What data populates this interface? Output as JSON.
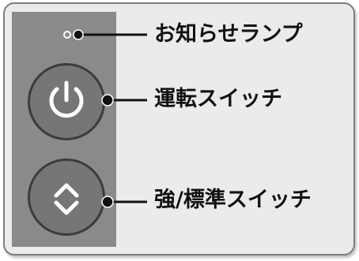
{
  "panel": {
    "lamp_label": "お知らせランプ",
    "power_label": "運転スイッチ",
    "mode_label": "強/標準スイッチ"
  },
  "icons": {
    "lamp": "indicator-lamp-icon",
    "power": "power-icon",
    "mode": "up-down-chevron-icon"
  },
  "colors": {
    "panel_background": "#ebebeb",
    "control_strip": "#8a8a8a",
    "button_face": "#767676",
    "leader_line": "#111111"
  }
}
